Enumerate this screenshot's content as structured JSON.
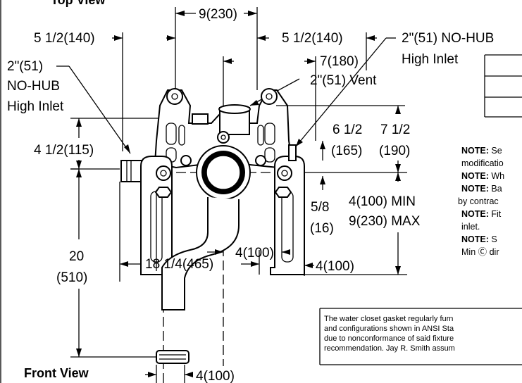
{
  "top_view_title": "Top View",
  "front_view_title": "Front View",
  "dimensions": {
    "top_span": "9(230)",
    "left_span": "5 1/2(140)",
    "right_span": "5 1/2(140)",
    "vent_offset": "7(180)",
    "vent_label": "2\"(51) Vent",
    "inlet_left_1": "2\"(51)",
    "inlet_left_2": "NO-HUB",
    "inlet_left_3": "High Inlet",
    "inlet_right_1": "2\"(51) NO-HUB",
    "inlet_right_2": "High Inlet",
    "height_left": "4 1/2(115)",
    "h_65_1": "6 1/2",
    "h_65_2": "(165)",
    "h_75_1": "7 1/2",
    "h_75_2": "(190)",
    "min_4": "4(100) MIN",
    "max_9": "9(230) MAX",
    "d_58_1": "5/8",
    "d_58_2": "(16)",
    "center_4": "4(100)",
    "right_4": "4(100)",
    "h_20_1": "20",
    "h_20_2": "(510)",
    "width_18": "18 1/4(465)",
    "bottom_4": "4(100)"
  },
  "notes": [
    {
      "bold": "NOTE:",
      "text": " Se"
    },
    {
      "bold": "",
      "text": "modificatio"
    },
    {
      "bold": "NOTE:",
      "text": " Wh"
    },
    {
      "bold": "NOTE:",
      "text": " Ba"
    },
    {
      "bold": "",
      "text": "by contrac"
    },
    {
      "bold": "NOTE:",
      "text": " Fit"
    },
    {
      "bold": "",
      "text": "inlet."
    },
    {
      "bold": "NOTE:",
      "text": "  S"
    },
    {
      "bold": "",
      "text": "Min Ⓒ dir"
    }
  ],
  "disclaimer": [
    "The water closet gasket regularly furn",
    "and configurations shown in ANSI Sta",
    "due to nonconformance of said fixture",
    "recommendation.  Jay R. Smith assum"
  ]
}
